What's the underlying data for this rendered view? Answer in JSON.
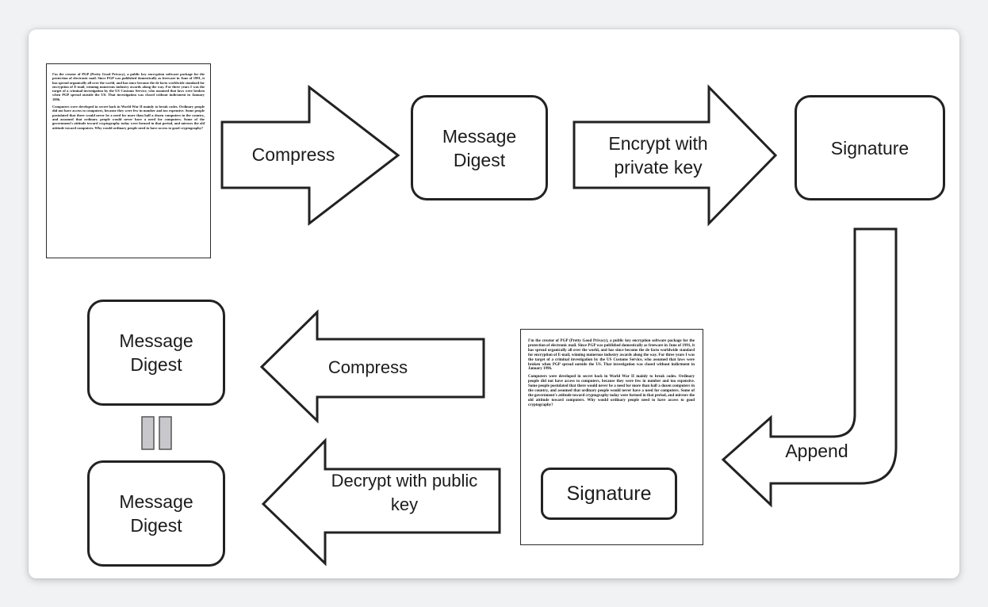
{
  "document_text": {
    "paragraph_1": "I'm the creator of PGP (Pretty Good Privacy), a public key encryption software package for the protection of electronic mail. Since PGP was published domestically as freeware in June of 1991, it has spread organically all over the world, and has since become the de facto worldwide standard for encryption of E-mail, winning numerous industry awards along the way. For three years I was the target of a criminal investigation by the US Customs Service, who assumed that laws were broken when PGP spread outside the US. That investigation was closed without indictment in January 1996.",
    "paragraph_2": "Computers were developed in secret back in World War II mainly to break codes. Ordinary people did not have access to computers, because they were few in number and too expensive. Some people postulated that there would never be a need for more than half a dozen computers in the country, and assumed that ordinary people would never have a need for computers. Some of the government's attitude toward cryptography today were formed in that period, and mirrors the old attitude toward computers. Why would ordinary people need to have access to good cryptography?"
  },
  "top_row": {
    "arrow_compress": "Compress",
    "message_digest_line1": "Message",
    "message_digest_line2": "Digest",
    "arrow_encrypt_line1": "Encrypt with",
    "arrow_encrypt_line2": "private key",
    "signature": "Signature"
  },
  "bottom_row": {
    "append_label": "Append",
    "signed_doc_signature": "Signature",
    "arrow_compress": "Compress",
    "arrow_decrypt_line1": "Decrypt with public",
    "arrow_decrypt_line2": "key",
    "digest_a_line1": "Message",
    "digest_a_line2": "Digest",
    "digest_b_line1": "Message",
    "digest_b_line2": "Digest"
  },
  "colors": {
    "stroke": "#222222",
    "equals_fill": "#c8c8cc"
  }
}
